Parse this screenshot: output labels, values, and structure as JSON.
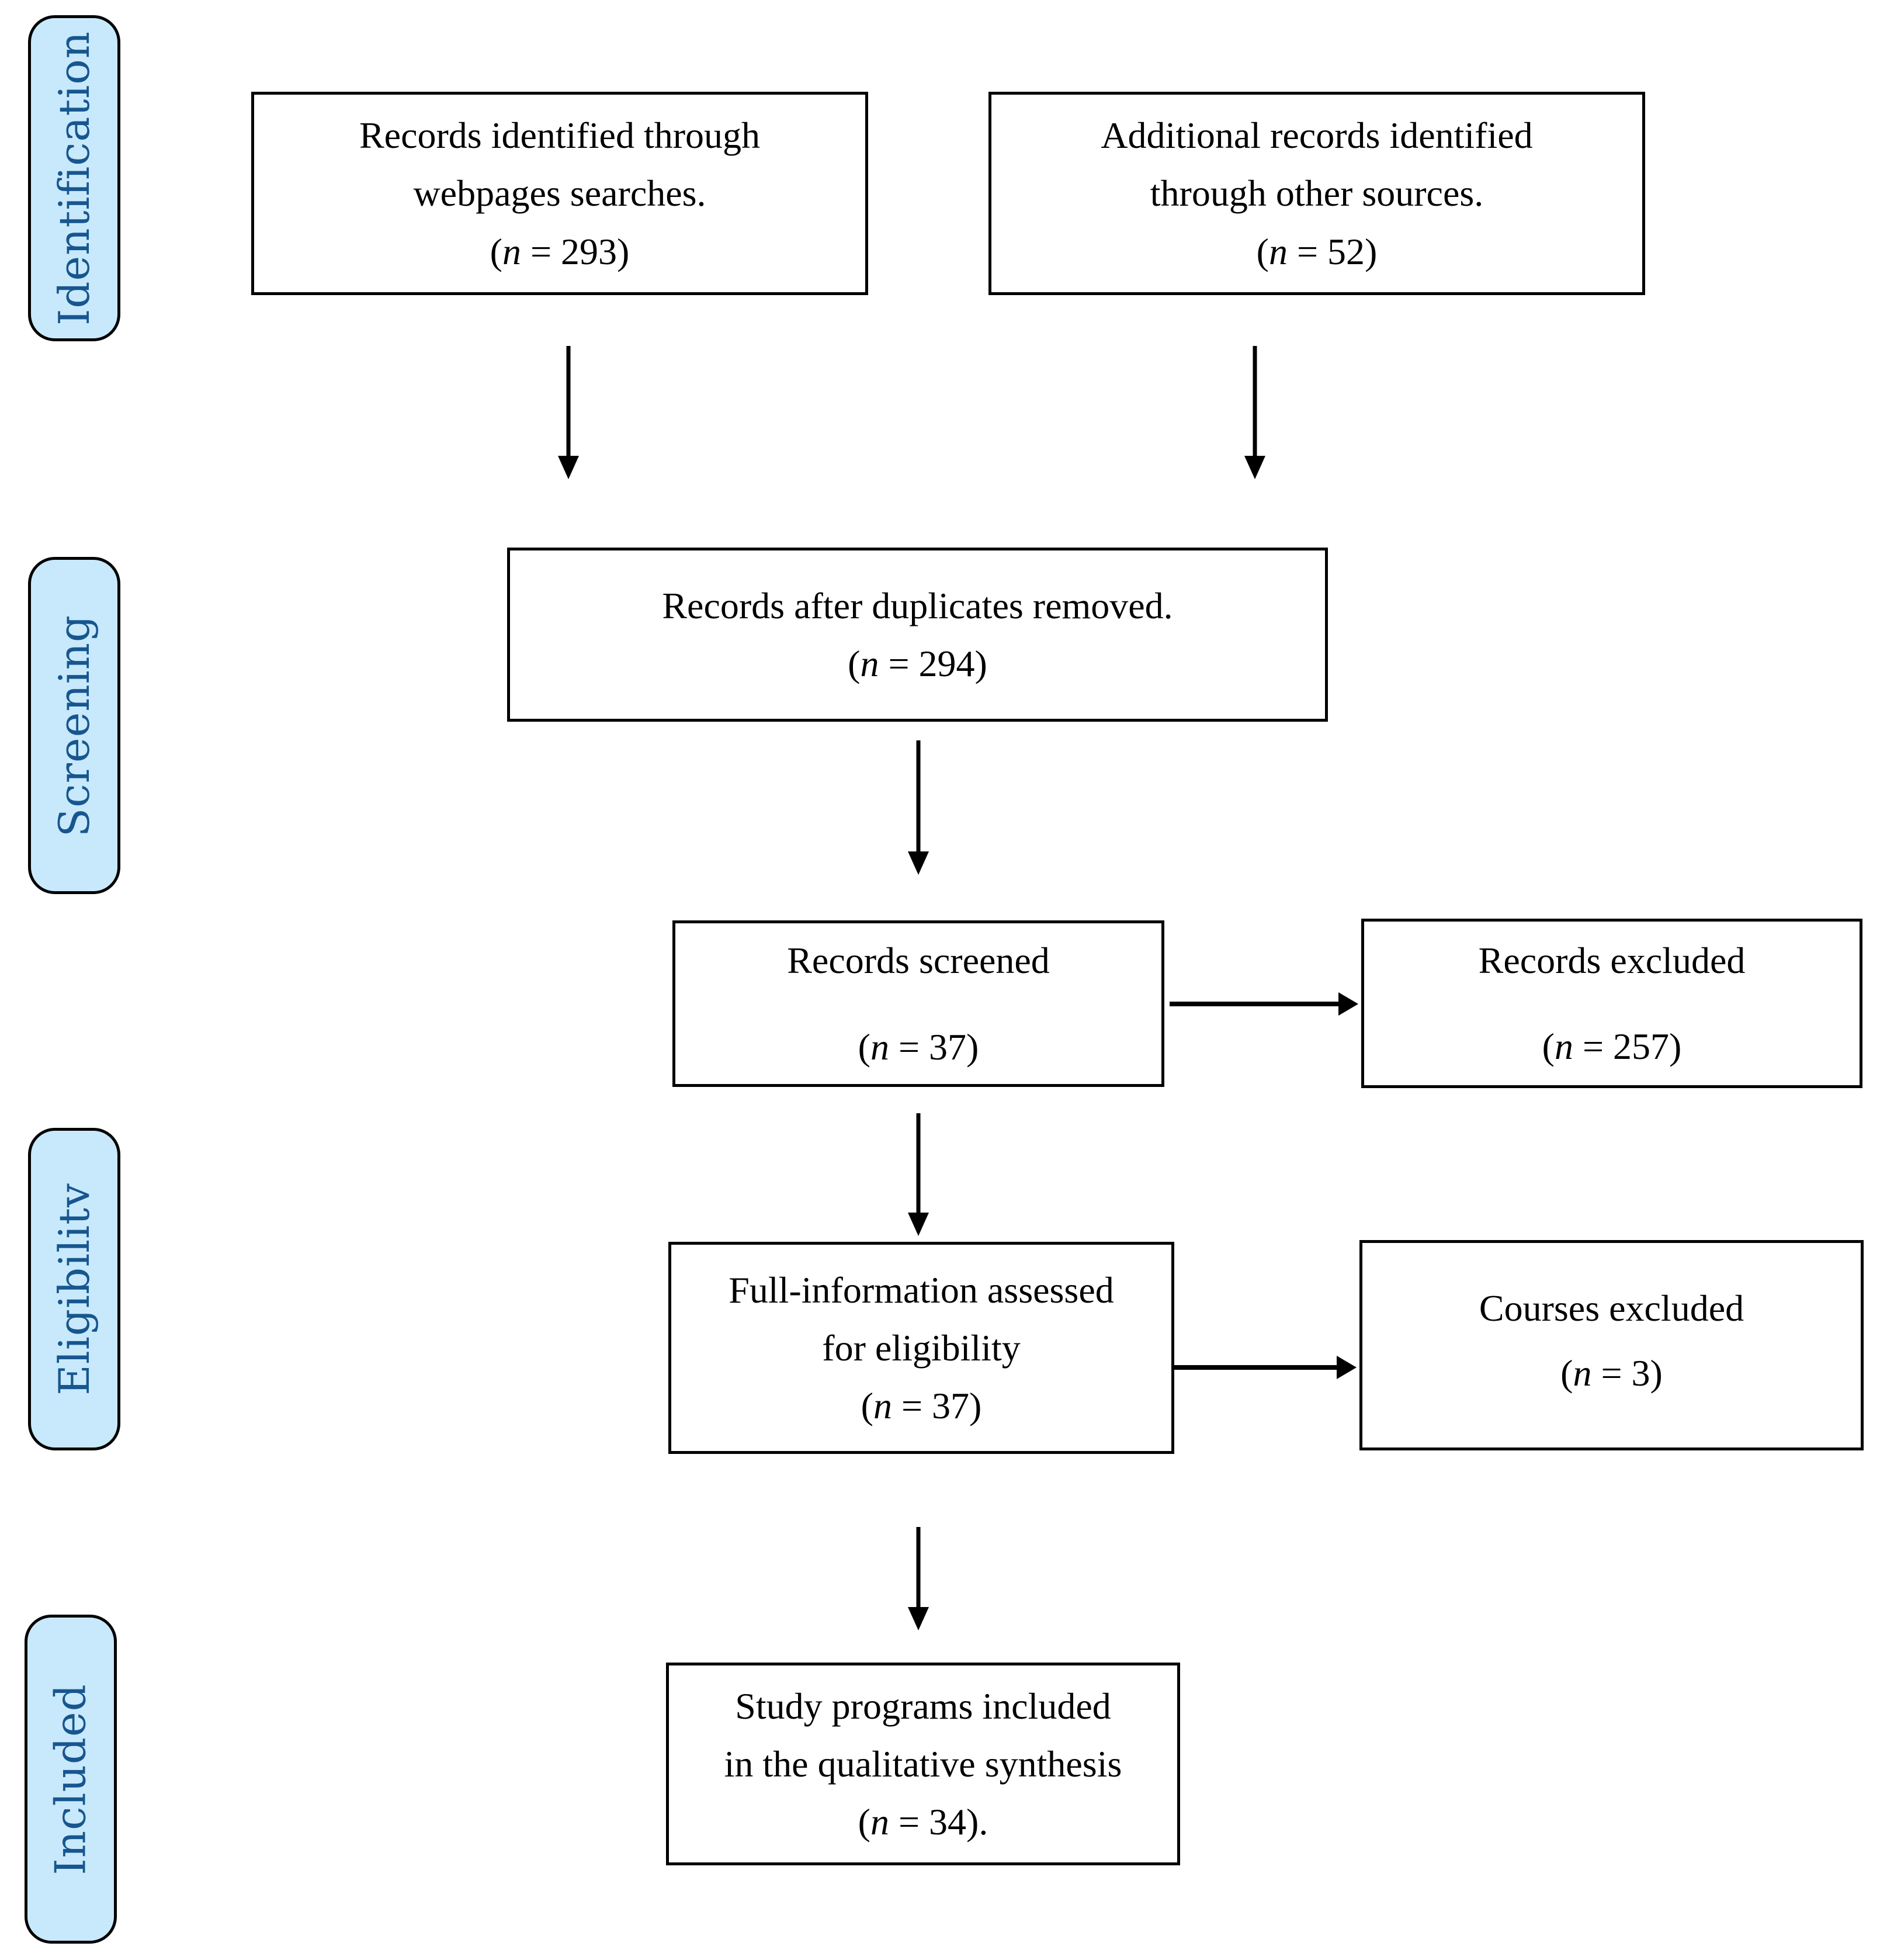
{
  "stages": {
    "identification": "Identification",
    "screening": "Screening",
    "eligibility": "Eligibilitv",
    "included": "Included"
  },
  "boxes": {
    "identified": {
      "line1": "Records identified through",
      "line2": "webpages searches.",
      "count_open": "(",
      "count_var": "n",
      "count_rest": " = 293)"
    },
    "additional": {
      "line1": "Additional records identified",
      "line2": "through other sources.",
      "count_open": "(",
      "count_var": "n",
      "count_rest": " = 52)"
    },
    "duplicates": {
      "line1": "Records after duplicates removed.",
      "count_open": "(",
      "count_var": "n",
      "count_rest": " = 294)"
    },
    "screened": {
      "line1": "Records screened",
      "count_open": "(",
      "count_var": "n",
      "count_rest": " = 37)"
    },
    "excluded": {
      "line1": "Records excluded",
      "count_open": "(",
      "count_var": "n",
      "count_rest": " = 257)"
    },
    "fullinfo": {
      "line1": "Full-information assessed",
      "line2": "for eligibility",
      "count_open": "(",
      "count_var": "n",
      "count_rest": " = 37)"
    },
    "courses": {
      "line1": "Courses excluded",
      "count_open": "(",
      "count_var": "n",
      "count_rest": " = 3)"
    },
    "study_included": {
      "line1": "Study programs included",
      "line2": "in the qualitative synthesis",
      "count_open": "(",
      "count_var": "n",
      "count_rest": " = 34)."
    }
  },
  "colors": {
    "background": "#ffffff",
    "stage_fill": "#c8e9fb",
    "stage_text": "#17568f",
    "stage_border": "#000000",
    "box_fill": "#ffffff",
    "box_border": "#000000",
    "box_text": "#000000",
    "arrow": "#000000"
  }
}
